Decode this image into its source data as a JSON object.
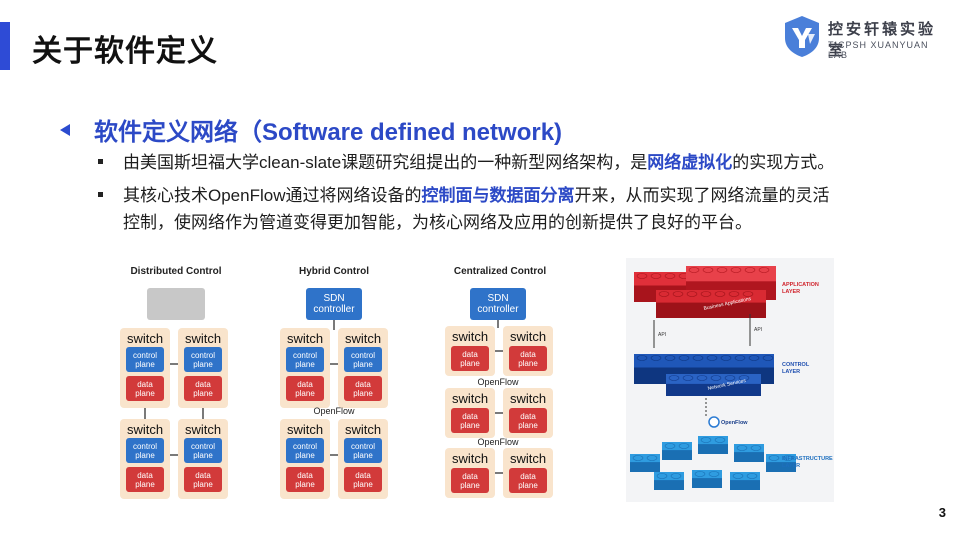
{
  "slide": {
    "title": "关于软件定义",
    "page_number": "3"
  },
  "logo": {
    "name_cn": "控安轩辕实验室",
    "name_en": "TICPSH XUANYUAN LAB"
  },
  "section": {
    "heading": "软件定义网络（Software defined network)",
    "bullets": [
      {
        "text_before": "由美国斯坦福大学clean-slate课题研究组提出的一种新型网络架构，是",
        "highlight": "网络虚拟化",
        "text_after": "的实现方式。"
      },
      {
        "text_before": "其核心技术OpenFlow通过将网络设备的",
        "highlight": "控制面与数据面分离",
        "text_after": "开来，从而实现了网络流量的灵活",
        "line2": "控制，使网络作为管道变得更加智能，为核心网络及应用的创新提供了良好的平台。"
      }
    ]
  },
  "diagrams": {
    "distributed": {
      "title": "Distributed Control"
    },
    "hybrid": {
      "title": "Hybrid Control",
      "controller": [
        "SDN",
        "controller"
      ],
      "protocol": "OpenFlow"
    },
    "centralized": {
      "title": "Centralized Control",
      "controller": [
        "SDN",
        "controller"
      ],
      "protocol": "OpenFlow"
    },
    "switch_label": "switch",
    "control_plane": [
      "control",
      "plane"
    ],
    "data_plane": [
      "data",
      "plane"
    ]
  },
  "lego_figure": {
    "application_layer": [
      "APPLICATION",
      "LAYER"
    ],
    "control_layer": [
      "CONTROL",
      "LAYER"
    ],
    "infrastructure_layer": [
      "INFRASTRUCTURE",
      "LAYER"
    ],
    "api_label": "API",
    "business_apps": "Business Applications",
    "network_services": "Network Services",
    "openflow": "OpenFlow"
  },
  "colors": {
    "accent_blue": "#2c49c6",
    "control_plane": "#2f73c9",
    "data_plane": "#d23a3a",
    "switch_bg": "#f9e4cc",
    "controller": "#2f73c9"
  }
}
